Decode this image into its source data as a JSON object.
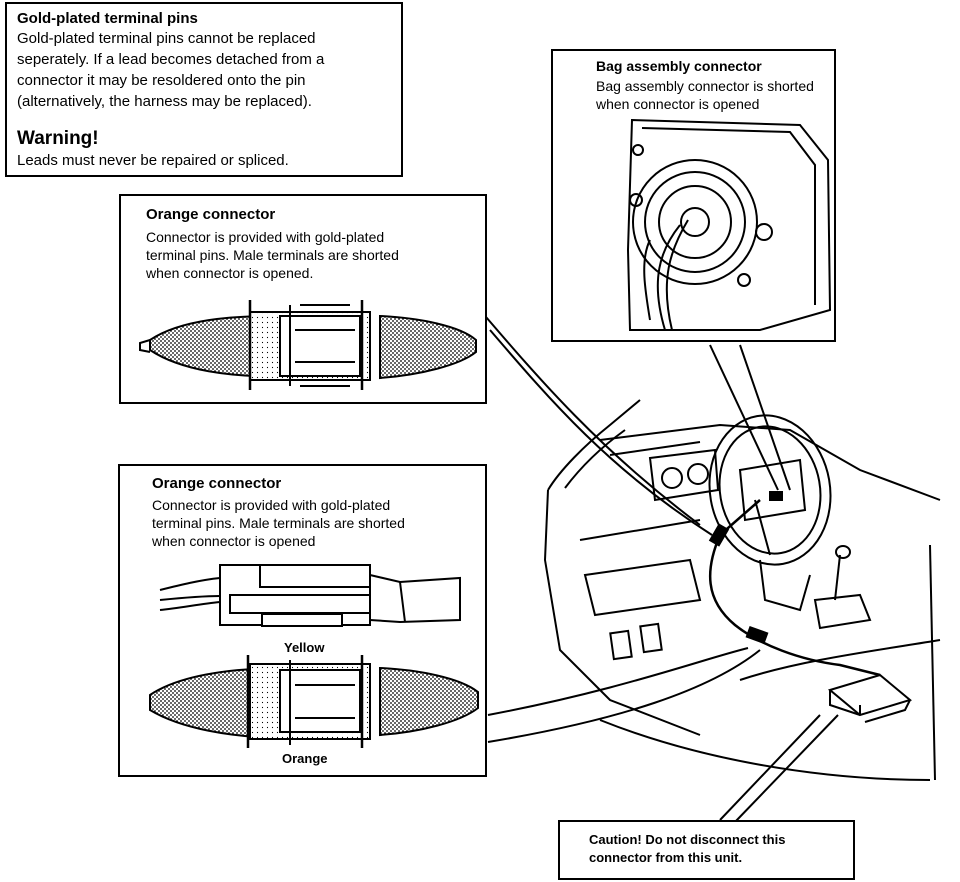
{
  "gold_plated_box": {
    "title": "Gold-plated terminal pins",
    "lines": [
      "Gold-plated terminal pins cannot be replaced",
      "seperately. If a lead becomes detached from a",
      "connector it may be resoldered onto the pin",
      "(alternatively, the harness may be replaced)."
    ],
    "warning_title": "Warning!",
    "warning_text": "Leads must never be repaired or spliced."
  },
  "bag_assembly_box": {
    "title": "Bag assembly connector",
    "lines": [
      "Bag assembly connector is shorted",
      "when connector is opened"
    ]
  },
  "orange_connector_box_1": {
    "title": "Orange connector",
    "lines": [
      "Connector is provided with gold-plated",
      "terminal pins. Male terminals are shorted",
      "when connector is opened."
    ]
  },
  "orange_connector_box_2": {
    "title": "Orange connector",
    "lines": [
      "Connector is provided with gold-plated",
      "terminal pins. Male terminals are shorted",
      "when connector is opened"
    ],
    "label_yellow": "Yellow",
    "label_orange": "Orange"
  },
  "caution_box": {
    "lines": [
      "Caution! Do not disconnect this",
      "connector from this unit."
    ]
  }
}
